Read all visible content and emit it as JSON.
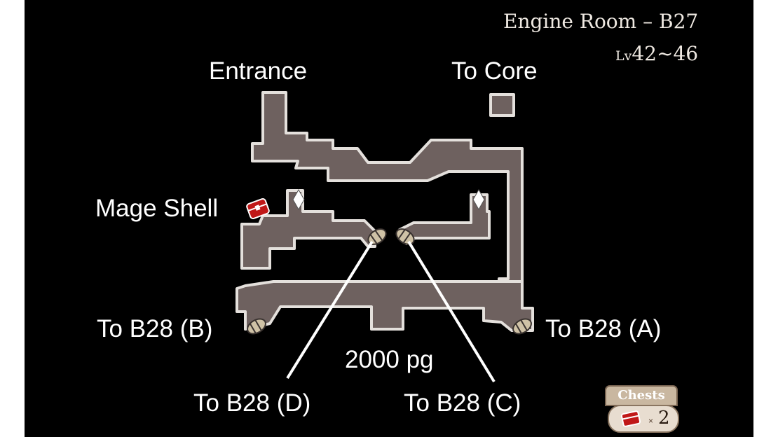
{
  "header": {
    "area_title": "Engine Room – B27",
    "level_prefix": "Lv",
    "level_range": "42~46"
  },
  "labels": {
    "entrance": "Entrance",
    "to_core": "To Core",
    "mage_shell": "Mage Shell",
    "to_b28_a": "To B28 (A)",
    "to_b28_b": "To B28 (B)",
    "to_b28_c": "To B28 (C)",
    "to_b28_d": "To B28 (D)",
    "reward": "2000 pg"
  },
  "chests": {
    "title": "Chests",
    "multiplier": "×",
    "count": "2"
  },
  "colors": {
    "background": "#000000",
    "floor": "#6e615f",
    "outline": "#e4e0dc",
    "chest": "#c01818",
    "warp": "#cfc2a6"
  },
  "icons": [
    "treasure-chest-icon",
    "save-crystal-icon",
    "warp-portal-icon"
  ]
}
